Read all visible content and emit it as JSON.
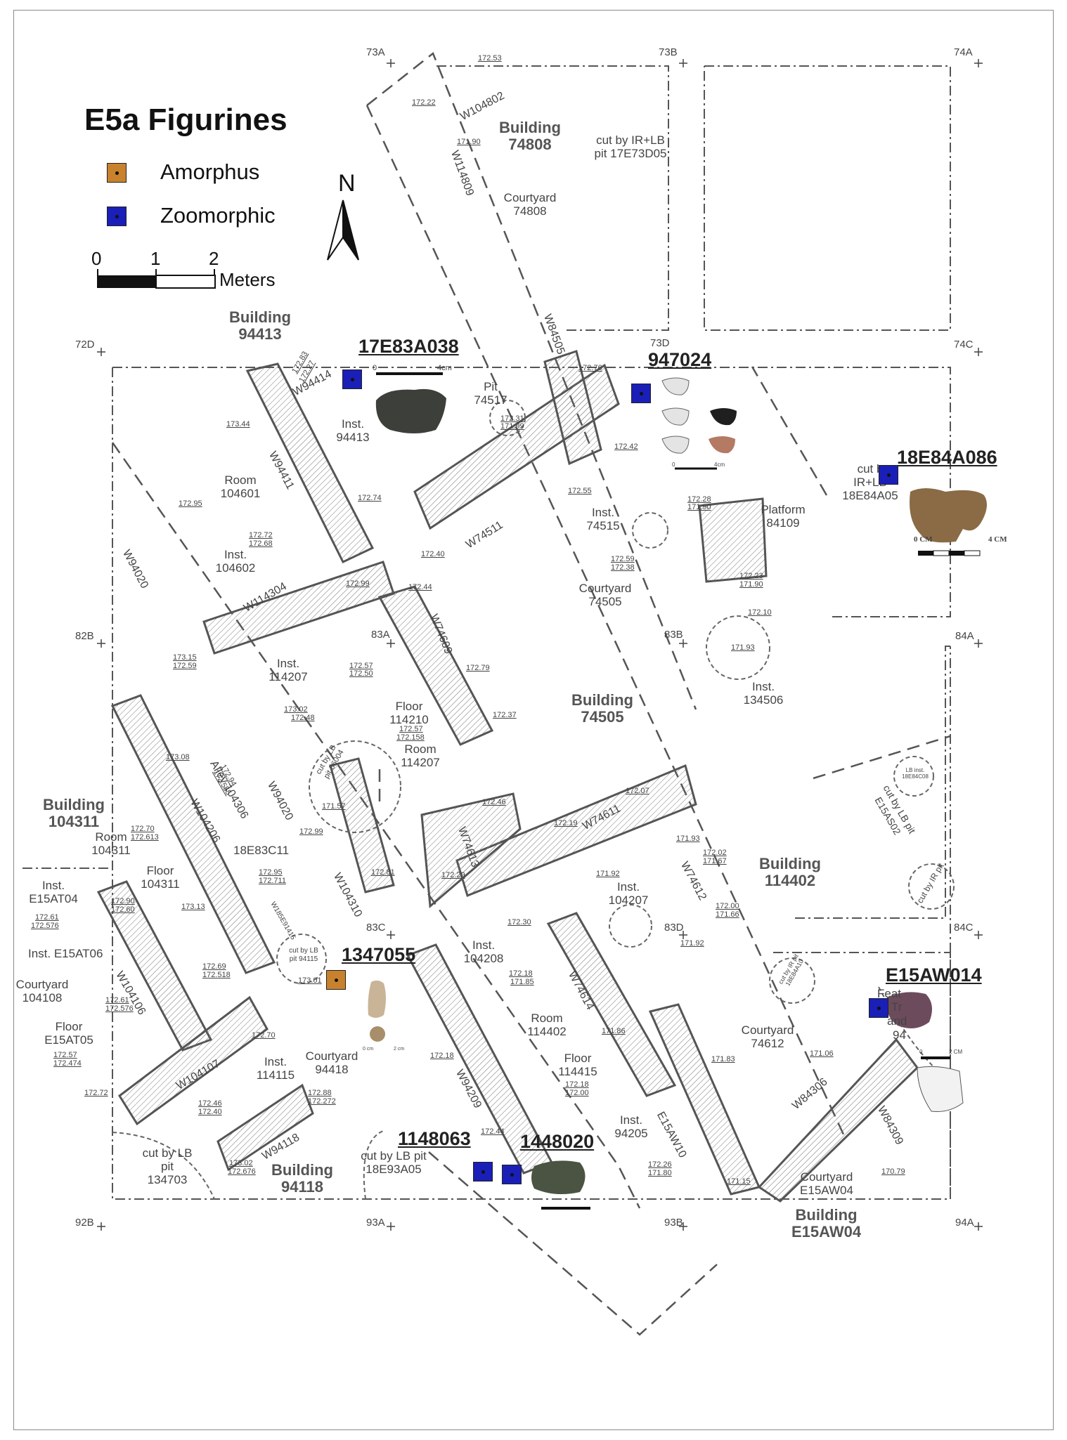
{
  "legend": {
    "title": "E5a Figurines",
    "items": [
      {
        "label": "Amorphus",
        "color": "#c8822d"
      },
      {
        "label": "Zoomorphic",
        "color": "#1a1fb8"
      }
    ],
    "scale": {
      "ticks": [
        "0",
        "1",
        "2"
      ],
      "unit": "Meters"
    },
    "north": "N"
  },
  "grid_points": [
    "73A",
    "73B",
    "74A",
    "72D",
    "73D",
    "74C",
    "82B",
    "83A",
    "83B",
    "84A",
    "83C",
    "83D",
    "84C",
    "92B",
    "93A",
    "93B",
    "94A"
  ],
  "structures": [
    {
      "name": "Building",
      "id": "74808"
    },
    {
      "name": "Building",
      "id": "94413"
    },
    {
      "name": "Building",
      "id": "74505"
    },
    {
      "name": "Building",
      "id": "104311"
    },
    {
      "name": "Building",
      "id": "114402"
    },
    {
      "name": "Building",
      "id": "94118"
    },
    {
      "name": "Building",
      "id": "E15AW04"
    }
  ],
  "features": [
    "cut by IR+LB pit 17E73D05",
    "Courtyard 74808",
    "Pit 74517",
    "Inst. 94413",
    "Room 104601",
    "Inst. 104602",
    "Inst. 74515",
    "Courtyard 74505",
    "Platform 84109",
    "cut b IR+LB 18E84A05",
    "Inst. 114207",
    "Floor 114210",
    "Room 114207",
    "Inst. 134506",
    "cut by LB pit 86004",
    "Alley 104306",
    "Room 104311",
    "Floor 104311",
    "18E83C11",
    "Inst. E15AT04",
    "Inst. E15AT06",
    "Courtyard 104108",
    "Floor E15AT05",
    "cut by LB pit 94115",
    "Inst. 104207",
    "Inst. 104208",
    "Room 114402",
    "Floor 114415",
    "Courtyard 74612",
    "Inst. 114115",
    "Courtyard 94418",
    "cut by LB pit 134703",
    "cut by LB pit 18E93A05",
    "Inst. 94205",
    "Courtyard E15AW04",
    "cut by LB pit E15AS02",
    "cut by IR pit",
    "LB inst. 18E84C08",
    "cut by IR pit 18E84A10"
  ],
  "walls": [
    "W104802",
    "W114809",
    "W84505",
    "W94414",
    "W94411",
    "W74511",
    "W94020",
    "W114304",
    "W74609",
    "W104206",
    "W94020",
    "W104310",
    "W74611",
    "W74613",
    "W74612",
    "W104106",
    "W104107",
    "W94118",
    "W94209",
    "W74614",
    "E15AW10",
    "W84306",
    "W84309",
    "W185E91415"
  ],
  "elevations": [
    "172.53",
    "172.22",
    "171.90",
    "172.76",
    "172.42",
    "172.55",
    "173.44",
    "172.74",
    "172.31",
    "171.99",
    "172.95",
    "172.72",
    "172.68",
    "172.40",
    "172.59",
    "172.38",
    "172.28",
    "171.90",
    "172.23",
    "171.90",
    "172.99",
    "172.44",
    "173.15",
    "172.59",
    "172.57",
    "172.50",
    "172.79",
    "173.02",
    "172.48",
    "172.37",
    "172.57",
    "172.158",
    "172.10",
    "171.93",
    "173.08",
    "172.94",
    "172.555",
    "171.57",
    "172.46",
    "172.07",
    "172.70",
    "172.613",
    "172.99",
    "172.81",
    "172.95",
    "172.711",
    "172.19",
    "171.93",
    "172.02",
    "171.67",
    "172.29",
    "171.92",
    "172.90",
    "172.60",
    "173.13",
    "172.00",
    "171.66",
    "172.61",
    "172.576",
    "172.30",
    "171.92",
    "172.69",
    "172.518",
    "172.18",
    "171.85",
    "172.61",
    "172.576",
    "172.70",
    "173.01",
    "171.86",
    "172.57",
    "172.474",
    "172.18",
    "172.18",
    "172.00",
    "171.83",
    "171.06",
    "172.72",
    "172.46",
    "172.40",
    "172.88",
    "172.272",
    "172.44",
    "173.02",
    "172.676",
    "172.26",
    "171.80",
    "171.15",
    "170.79",
    "172.27",
    "172.83"
  ],
  "figurines": [
    {
      "id": "17E83A038",
      "type": "Zoomorphic",
      "scale_label": "4cm",
      "scale_zero": "0"
    },
    {
      "id": "947024",
      "type": "Zoomorphic",
      "scale_label": "4cm",
      "scale_zero": "0"
    },
    {
      "id": "18E84A086",
      "type": "Zoomorphic",
      "scale_label": "4 CM",
      "scale_zero": "0 CM"
    },
    {
      "id": "1347055",
      "type": "Amorphus",
      "scale_label": "2 cm",
      "scale_zero": "0 cm"
    },
    {
      "id": "E15AW014",
      "type": "Zoomorphic",
      "scale_label": "2 CM",
      "scale_zero": "0"
    },
    {
      "id": "1148063",
      "type": "Zoomorphic"
    },
    {
      "id": "1448020",
      "type": "Zoomorphic"
    }
  ],
  "partial_labels": [
    "Feat",
    "Tr",
    "and",
    "94"
  ]
}
